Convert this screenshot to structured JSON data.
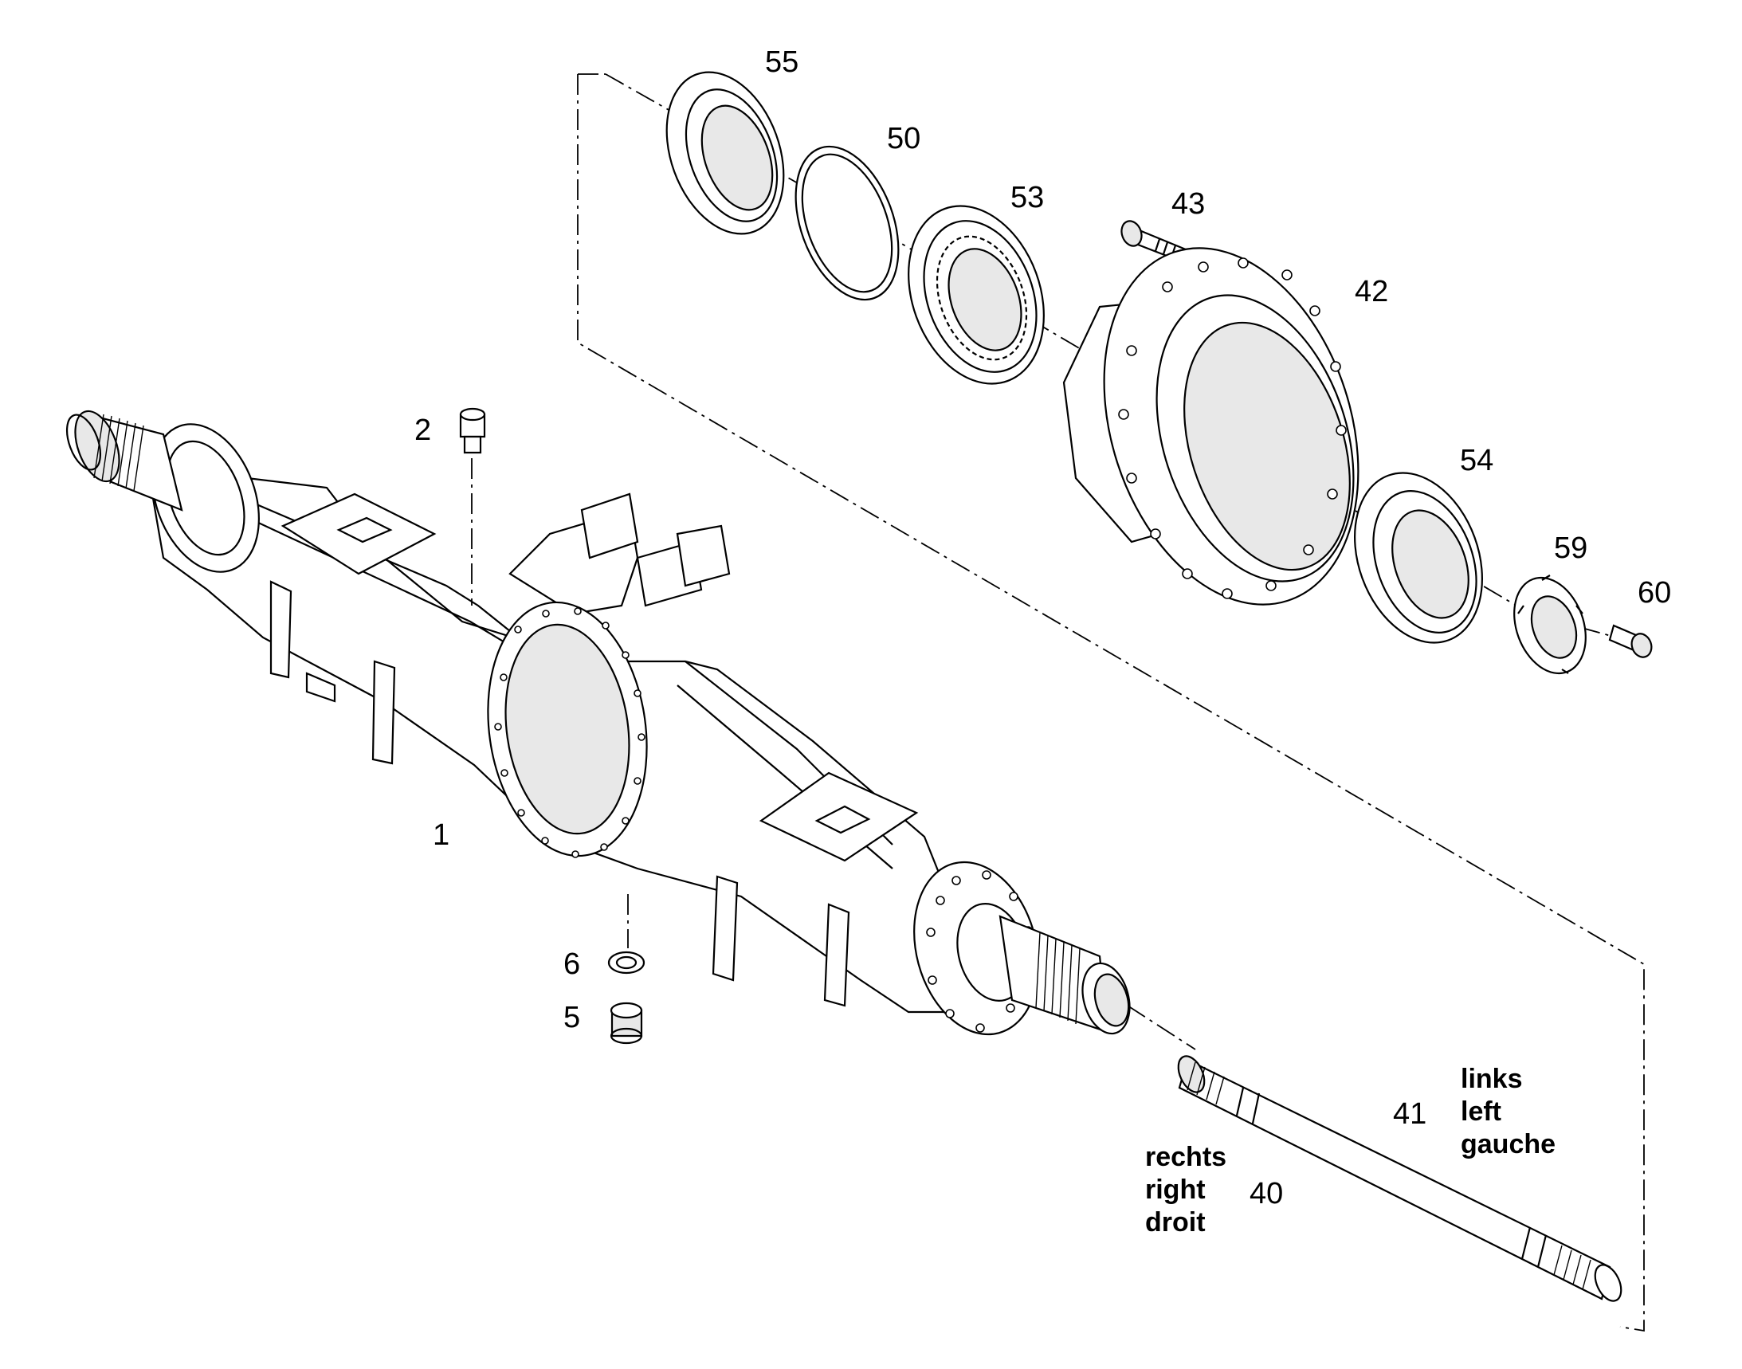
{
  "callouts": {
    "c1": "1",
    "c2": "2",
    "c5": "5",
    "c6": "6",
    "c40": "40",
    "c41": "41",
    "c42": "42",
    "c43": "43",
    "c50": "50",
    "c53": "53",
    "c54": "54",
    "c55": "55",
    "c59": "59",
    "c60": "60"
  },
  "side_labels": {
    "right": [
      "rechts",
      "right",
      "droit"
    ],
    "left": [
      "links",
      "left",
      "gauche"
    ]
  },
  "colors": {
    "line": "#000000",
    "background": "#ffffff"
  }
}
